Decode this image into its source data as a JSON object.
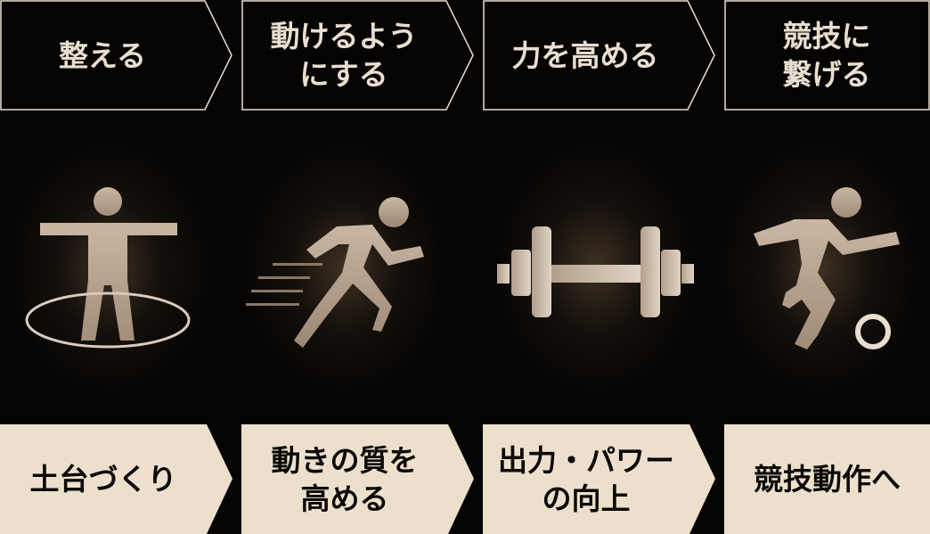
{
  "colors": {
    "background": "#050403",
    "header_text": "#e9dfd1",
    "header_border": "#e9dfd1",
    "footer_fill": "#ece0cc",
    "footer_text": "#0c0a08",
    "icon_light": "#e8ddd0",
    "icon_dark": "#9b8571"
  },
  "steps": [
    {
      "header": "整える",
      "icon": "standing-balance-icon",
      "footer": "土台づくり"
    },
    {
      "header": "動けるよう\nにする",
      "icon": "running-icon",
      "footer": "動きの質を\n高める"
    },
    {
      "header": "力を高める",
      "icon": "barbell-icon",
      "footer": "出力・パワー\nの向上"
    },
    {
      "header": "競技に\n繋げる",
      "icon": "kicking-ball-icon",
      "footer": "競技動作へ"
    }
  ]
}
